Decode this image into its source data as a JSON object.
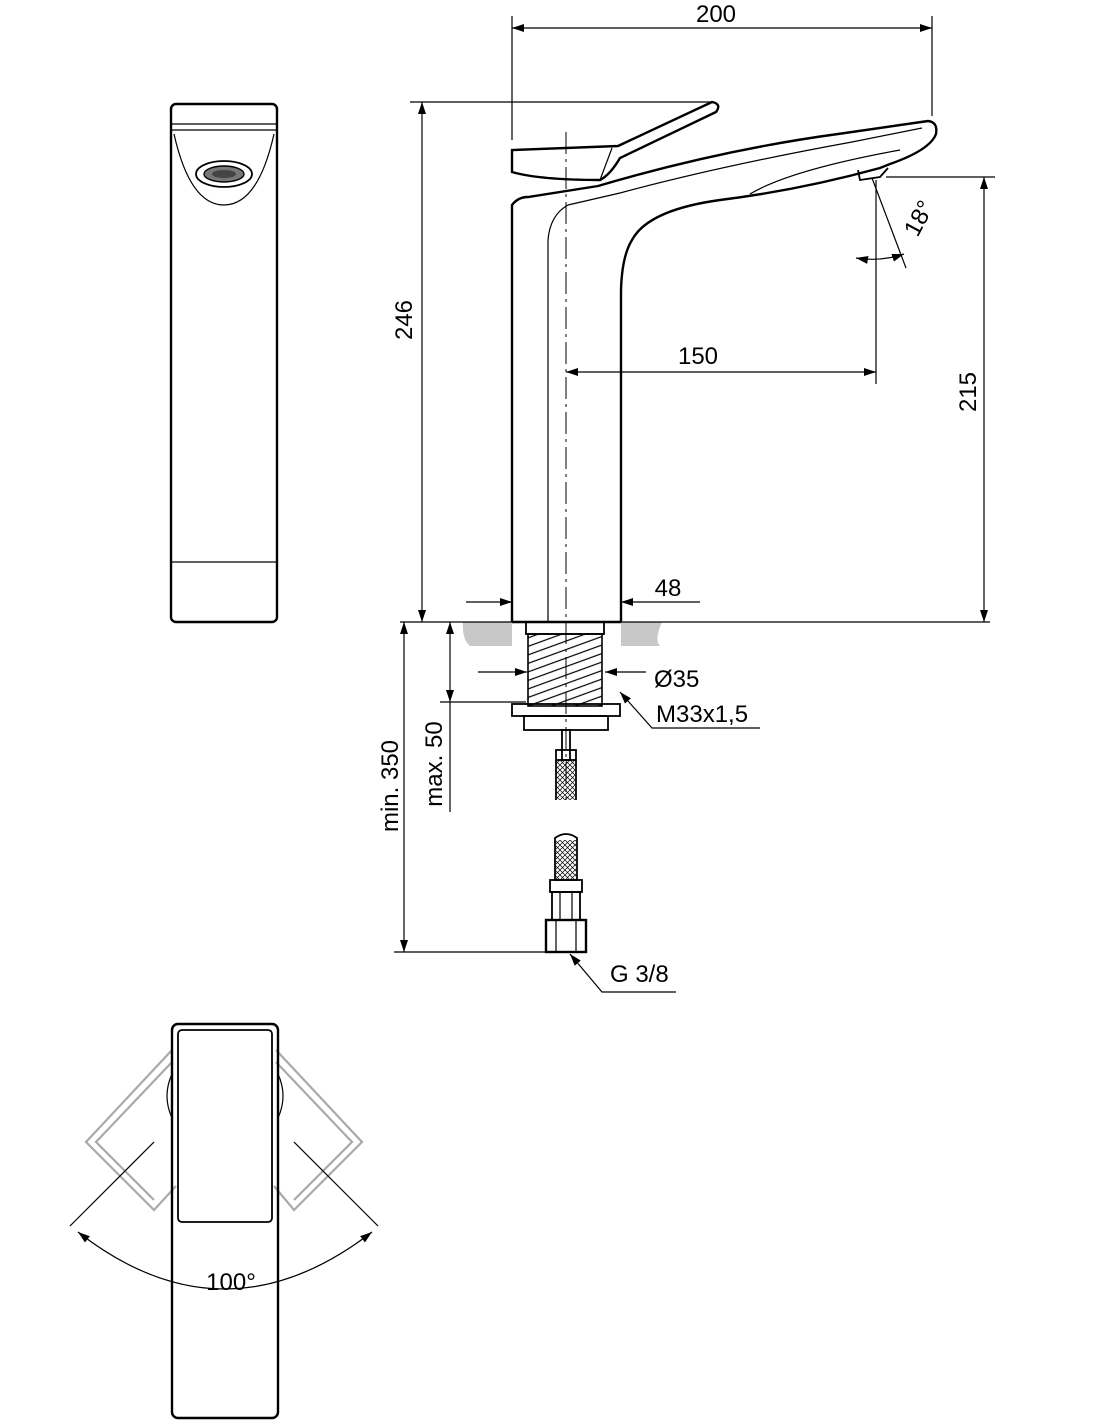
{
  "dimensions": {
    "overall_reach": "200",
    "total_height": "246",
    "spout_reach": "150",
    "outlet_height": "215",
    "spout_angle": "18°",
    "body_width": "48",
    "hole_diameter": "Ø35",
    "thread": "M33x1,5",
    "max_deck": "max. 50",
    "min_length": "min. 350",
    "connection": "G 3/8",
    "lever_rotation": "100°"
  },
  "colors": {
    "line": "#000000",
    "deck": "#c8c8c8",
    "ghost_lever": "#aaaaaa"
  }
}
